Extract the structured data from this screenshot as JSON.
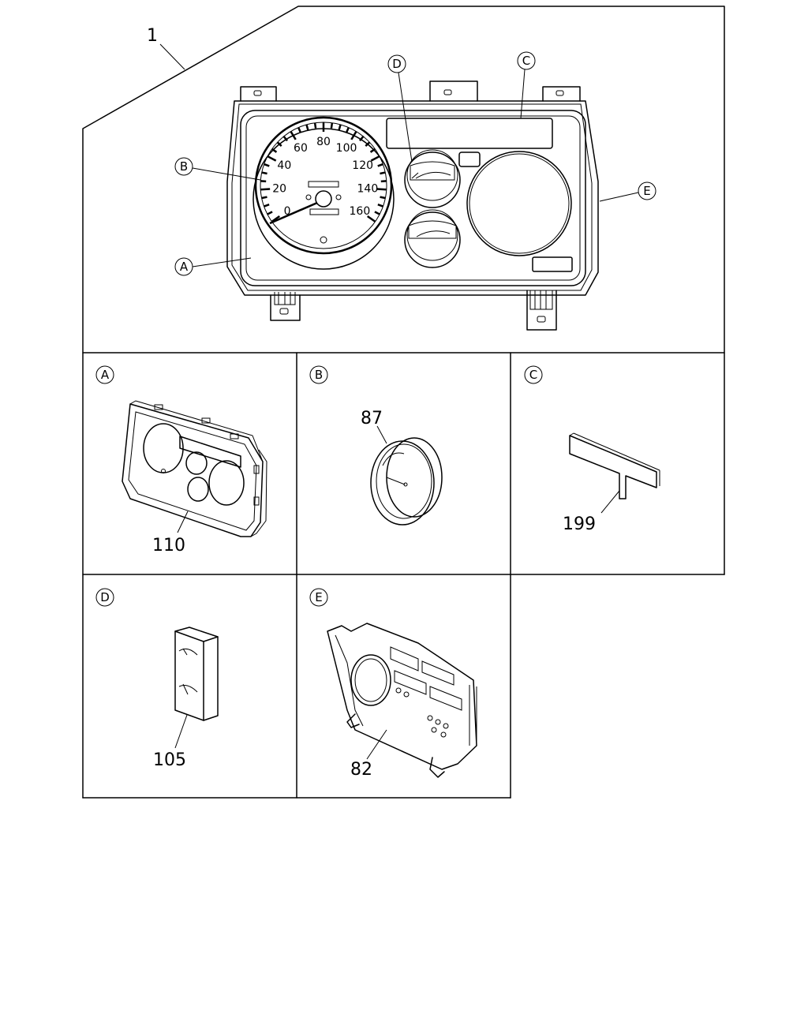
{
  "main_callout": "1",
  "circle_letters": {
    "a": "A",
    "b": "B",
    "c": "C",
    "d": "D",
    "e": "E"
  },
  "speedometer_ticks": [
    "0",
    "20",
    "40",
    "60",
    "80",
    "100",
    "120",
    "140",
    "160"
  ],
  "panels": [
    {
      "letter": "A",
      "part_number": "110"
    },
    {
      "letter": "B",
      "part_number": "87"
    },
    {
      "letter": "C",
      "part_number": "199"
    },
    {
      "letter": "D",
      "part_number": "105"
    },
    {
      "letter": "E",
      "part_number": "82"
    }
  ]
}
